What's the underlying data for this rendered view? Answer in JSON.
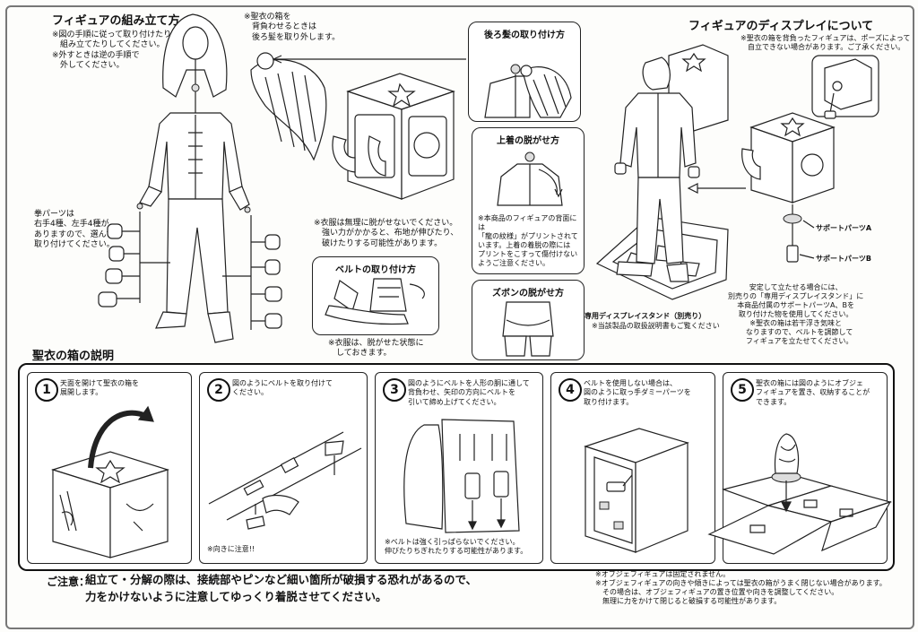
{
  "title_left": "フィギュアの組み立て方",
  "note_left": "※図の手順に従って取り付けたり、\n　組み立てたりしてください。\n※外すときは逆の手順で\n　外してください。",
  "note_box_hint": "※聖衣の箱を\n　背負わせるときは\n　後ろ髪を取り外します。",
  "note_hands": "拳パーツは\n右手4種、左手4種が\nありますので、選んで\n取り付けてください。",
  "note_clothes": "※衣服は無理に脱がせないでください。\n　強い力がかかると、布地が伸びたり、\n　破けたりする可能性があります。",
  "callouts": {
    "hair": "後ろ髪の取り付け方",
    "jacket": "上着の脱がせ方",
    "jacket_note": "※本商品のフィギュアの背面には\n「龍の紋様」がプリントされて\nいます。上着の着脱の際には\nプリントをこすって傷付けない\nようご注意ください。",
    "belt": "ベルトの取り付け方",
    "belt_note": "※衣服は、脱がせた状態に\n　しておきます。",
    "pants": "ズボンの脱がせ方"
  },
  "title_right": "フィギュアのディスプレイについて",
  "note_right": "※聖衣の箱を背負ったフィギュアは、ポーズによって\n　自立できない場合があります。ご了承ください。",
  "support_a": "サポートパーツA",
  "support_b": "サポートパーツB",
  "stand_label": "専用ディスプレイスタンド（別売り）",
  "stand_note": "※当該製品の取扱説明書もご覧ください",
  "stand_text": "安定して立たせる場合には、\n別売りの「専用ディスプレイスタンド」に\n本商品付属のサポートパーツA、Bを\n取り付けた物を使用してください。\n※聖衣の箱は若干浮き気味と\n　なりますので、ベルトを調節して\n　フィギュアを立たせてください。",
  "section_title": "聖衣の箱の説明",
  "steps": [
    {
      "num": "1",
      "text": "天面を開けて聖衣の箱を\n展開します。"
    },
    {
      "num": "2",
      "text": "図のようにベルトを取り付けて\nください。",
      "note": "※向きに注意!!"
    },
    {
      "num": "3",
      "text": "図のようにベルトを人形の胴に通して\n背負わせ、矢印の方向にベルトを\n引いて締め上げてください。",
      "note": "※ベルトは強く引っぱらないでください。\n伸びたりちぎれたりする可能性があります。"
    },
    {
      "num": "4",
      "text": "ベルトを使用しない場合は、\n図のように取っ手ダミーパーツを\n取り付けます。"
    },
    {
      "num": "5",
      "text": "聖衣の箱には図のようにオブジェ\nフィギュアを置き、収納することが\nできます。"
    }
  ],
  "caution_label": "ご注意：",
  "caution_text": "組立て・分解の際は、接続部やピンなど細い箇所が破損する恐れがあるので、\n力をかけないように注意してゆっくり着脱させてください。",
  "bottom_note": "※オブジェフィギュアは固定されません。\n※オブジェフィギュアの向きや傾きによっては聖衣の箱がうまく閉じない場合があります。\n　その場合は、オブジェフィギュアの置き位置や向きを調整してください。\n　無理に力をかけて閉じると破損する可能性があります。"
}
